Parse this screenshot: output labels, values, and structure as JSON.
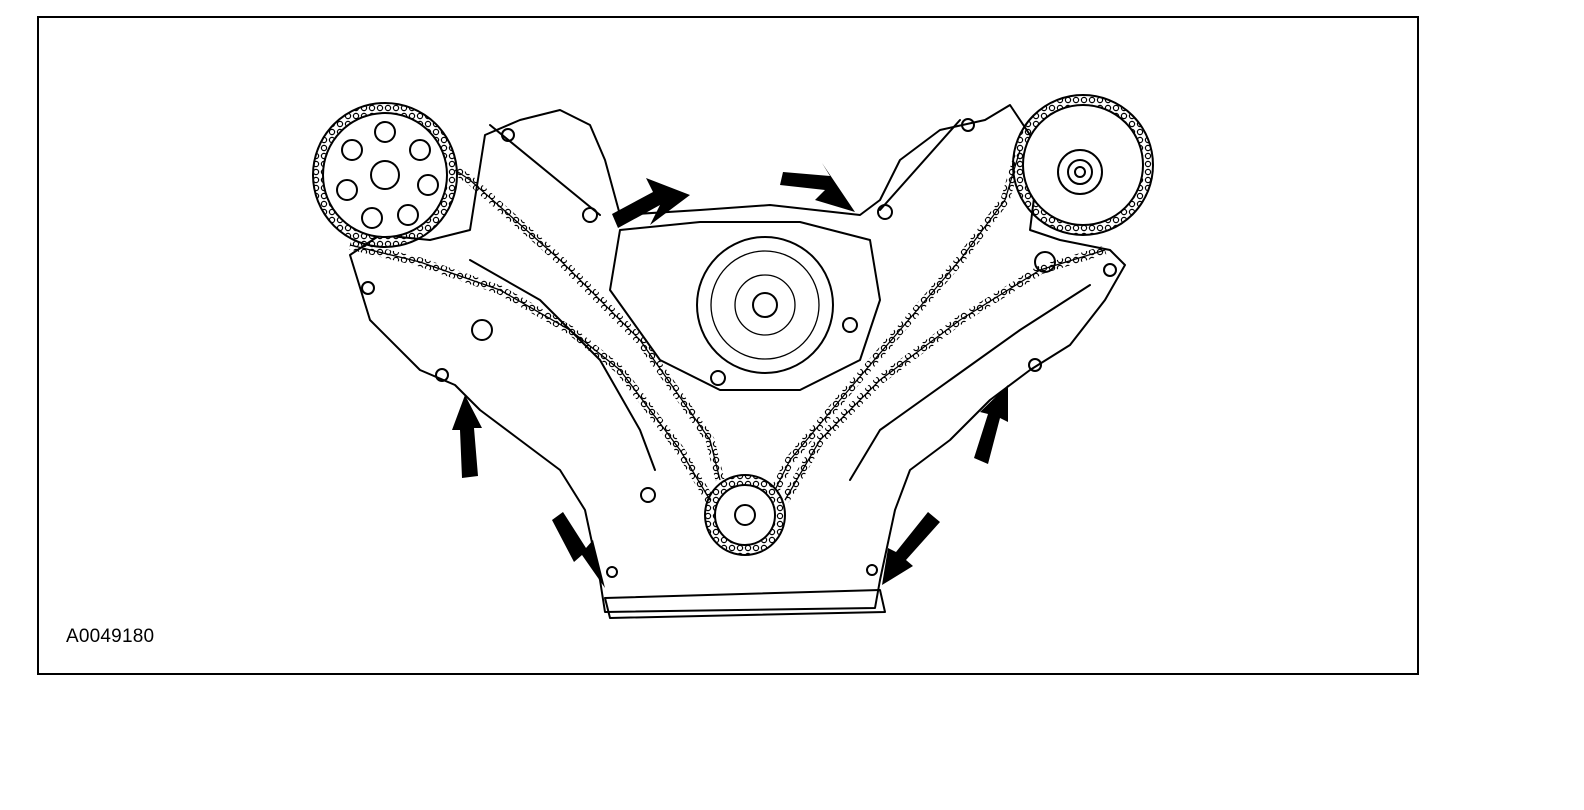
{
  "figure": {
    "code": "A0049180",
    "subject-icon": "engine-front-timing-chain-view",
    "arrow_count": 6,
    "line_color": "#000000",
    "background": "#ffffff"
  }
}
